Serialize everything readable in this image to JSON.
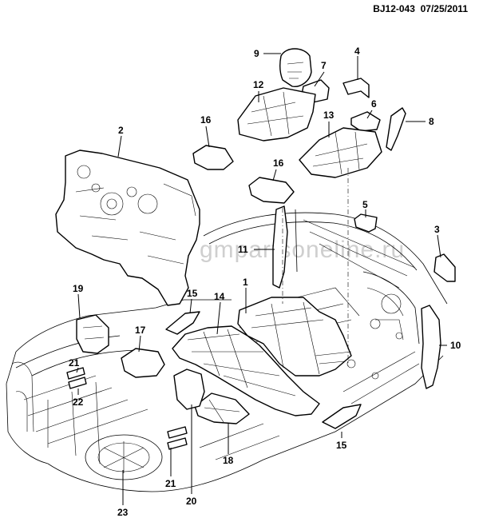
{
  "header": {
    "diagram_id": "BJ12-043",
    "date": "07/25/2011"
  },
  "watermark": "gmpartsoneline.ru",
  "callouts": [
    "9",
    "7",
    "4",
    "12",
    "6",
    "16",
    "13",
    "8",
    "2",
    "16",
    "5",
    "3",
    "11",
    "1",
    "19",
    "15",
    "14",
    "17",
    "10",
    "21",
    "22",
    "15",
    "18",
    "21",
    "20",
    "23"
  ]
}
